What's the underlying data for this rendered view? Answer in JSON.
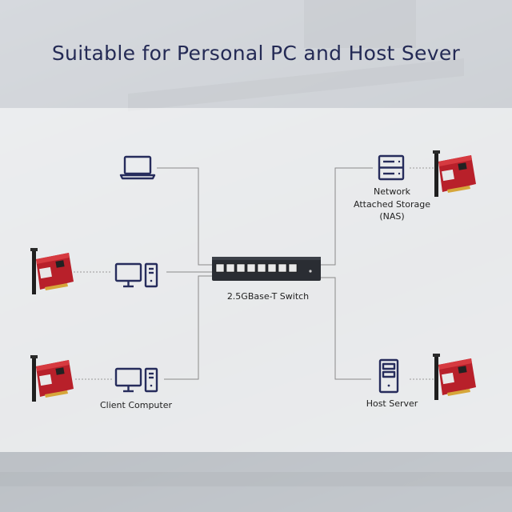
{
  "title": "Suitable for Personal PC and Host Sever",
  "nodes": {
    "switch": {
      "label": "2.5GBase-T Switch",
      "port_count": 8
    },
    "client": {
      "label": "Client Computer"
    },
    "nas": {
      "label_lines": [
        "Network",
        "Attached Storage",
        "(NAS)"
      ]
    },
    "server": {
      "label": "Host Server"
    }
  },
  "icons": {
    "laptop": "laptop-icon",
    "desktop": "desktop-computer-icon",
    "nas": "nas-storage-icon",
    "server": "server-tower-icon",
    "nic": "network-card-icon"
  },
  "colors": {
    "title": "#242a55",
    "icon": "#262c5c",
    "line": "#8a8a8a",
    "nic_red": "#c8262c"
  }
}
